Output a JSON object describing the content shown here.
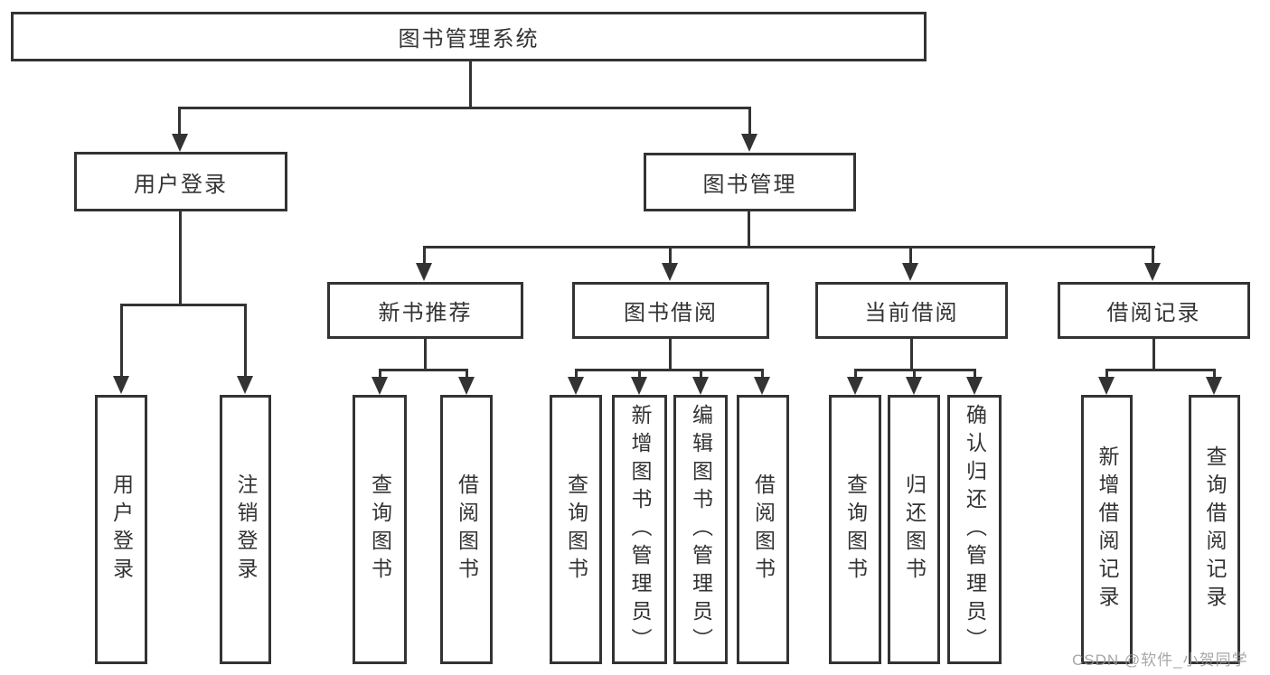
{
  "diagram": {
    "root": {
      "label": "图书管理系统"
    },
    "branches": {
      "user_login": {
        "label": "用户登录",
        "children": [
          "用户登录",
          "注销登录"
        ]
      },
      "book_mgmt": {
        "label": "图书管理"
      }
    },
    "modules": {
      "new_books": {
        "label": "新书推荐",
        "children": [
          "查询图书",
          "借阅图书"
        ]
      },
      "borrowing": {
        "label": "图书借阅",
        "children": [
          "查询图书",
          "新增图书（管理员）",
          "编辑图书（管理员）",
          "借阅图书"
        ]
      },
      "current": {
        "label": "当前借阅",
        "children": [
          "查询图书",
          "归还图书",
          "确认归还（管理员）"
        ]
      },
      "records": {
        "label": "借阅记录",
        "children": [
          "新增借阅记录",
          "查询借阅记录"
        ]
      }
    }
  },
  "watermark": {
    "text": "CSDN @软件_小贺同学"
  },
  "colors": {
    "line": "#333333",
    "text": "#333333",
    "background": "#ffffff",
    "watermark": "#969696"
  }
}
